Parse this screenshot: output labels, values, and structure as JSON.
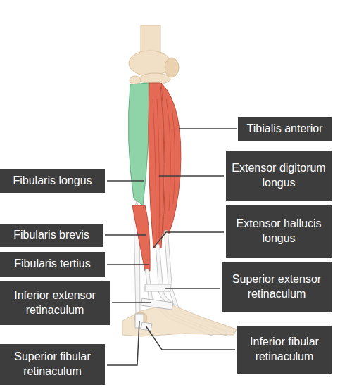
{
  "diagram": {
    "nodes": [
      {
        "text": [
          "Tibialis anterior"
        ]
      },
      {
        "text": [
          "Extensor digitorum longus"
        ]
      },
      {
        "text": [
          "Fibularis longus"
        ]
      },
      {
        "text": [
          "Extensor hallucis longus"
        ]
      },
      {
        "text": [
          "Fibularis brevis"
        ]
      },
      {
        "text": [
          "Fibularis tertius"
        ]
      },
      {
        "text": [
          "Superior extensor retinaculum"
        ]
      },
      {
        "text": [
          "Inferior extensor retinaculum"
        ]
      },
      {
        "text": [
          "Inferior fibular retinaculum"
        ]
      },
      {
        "text": [
          "Superior fibular retinaculum"
        ]
      }
    ]
  }
}
